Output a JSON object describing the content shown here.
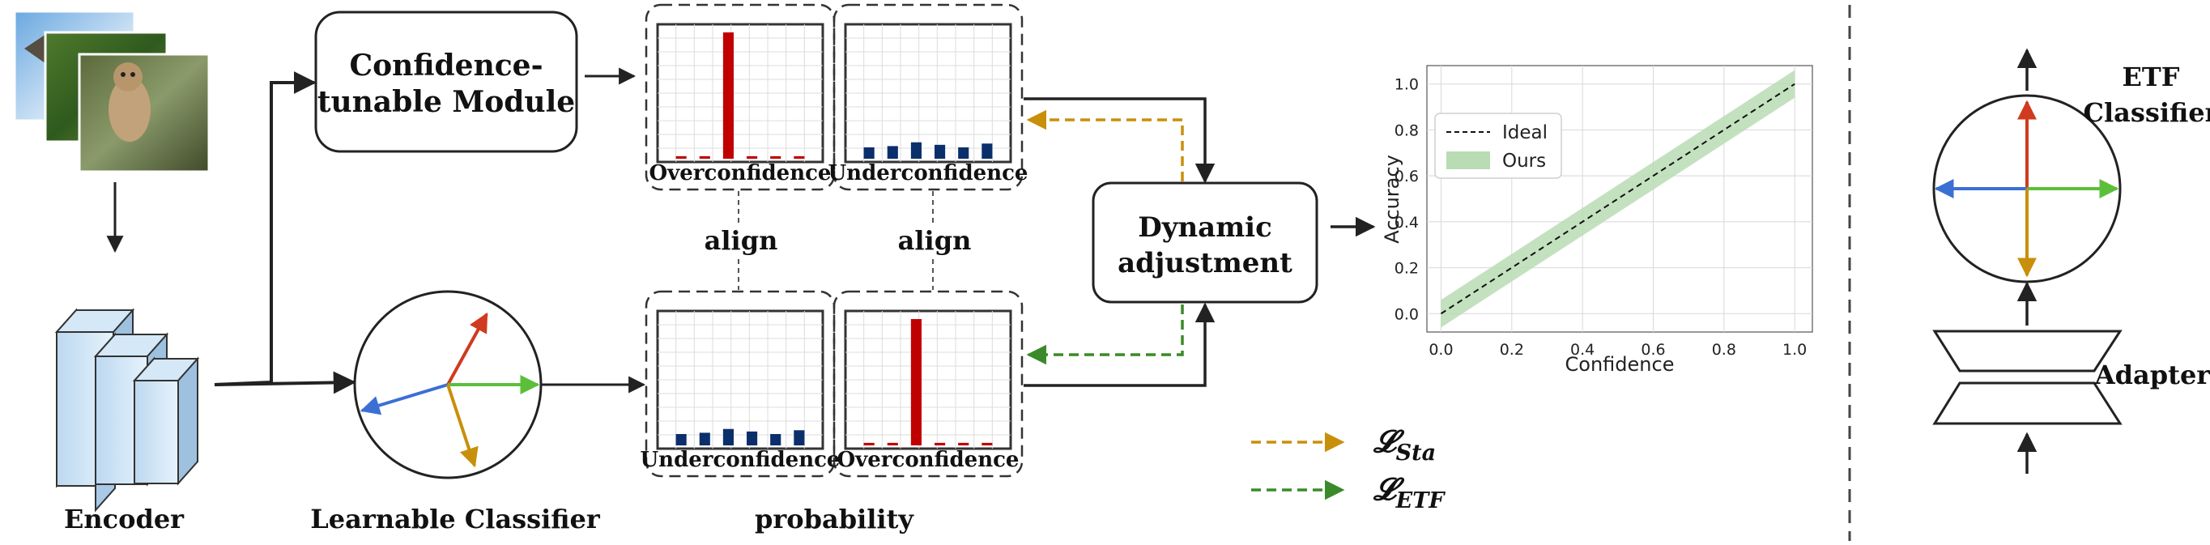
{
  "labels": {
    "encoder": "Encoder",
    "learnable_classifier": "Learnable Classifier",
    "probability": "probability",
    "confidence_module": [
      "Confidence-",
      "tunable Module"
    ],
    "dynamic_adjustment": [
      "Dynamic",
      "adjustment"
    ],
    "align": "align",
    "overconfidence": "Overconfidence",
    "underconfidence": "Underconfidence",
    "etf_classifier": [
      "ETF",
      "Classifier"
    ],
    "adapter": "Adapter",
    "loss_sta": "𝓛",
    "loss_sta_sub": "Sta",
    "loss_etf": "𝓛",
    "loss_etf_sub": "ETF"
  },
  "colors": {
    "over_bar": "#c00000",
    "under_bar": "#0b2f6b",
    "sta_arrow": "#c8900a",
    "etf_arrow": "#3a8a2a",
    "vec_red": "#d03a1e",
    "vec_blue": "#3b6fd4",
    "vec_green": "#5cbf3a",
    "vec_gold": "#c8900a",
    "band": "#b9dcb4"
  },
  "histograms": {
    "over_values": [
      0.02,
      0.02,
      1.0,
      0.02,
      0.02,
      0.02
    ],
    "under_values": [
      0.09,
      0.1,
      0.13,
      0.11,
      0.09,
      0.12
    ]
  },
  "chart_data": {
    "type": "line",
    "xlabel": "Confidence",
    "ylabel": "Accuracy",
    "xlim": [
      -0.04,
      1.05
    ],
    "ylim": [
      -0.08,
      1.08
    ],
    "xticks": [
      "0.0",
      "0.2",
      "0.4",
      "0.6",
      "0.8",
      "1.0"
    ],
    "yticks": [
      "0.0",
      "0.2",
      "0.4",
      "0.6",
      "0.8",
      "1.0"
    ],
    "grid": true,
    "legend_position": "top-left",
    "series": [
      {
        "name": "Ideal",
        "style": "dashed",
        "x": [
          0.0,
          1.0
        ],
        "y": [
          0.0,
          1.0
        ]
      },
      {
        "name": "Ours",
        "style": "band",
        "x": [
          0.0,
          1.0
        ],
        "y_low": [
          -0.06,
          0.94
        ],
        "y_high": [
          0.06,
          1.06
        ]
      }
    ]
  }
}
